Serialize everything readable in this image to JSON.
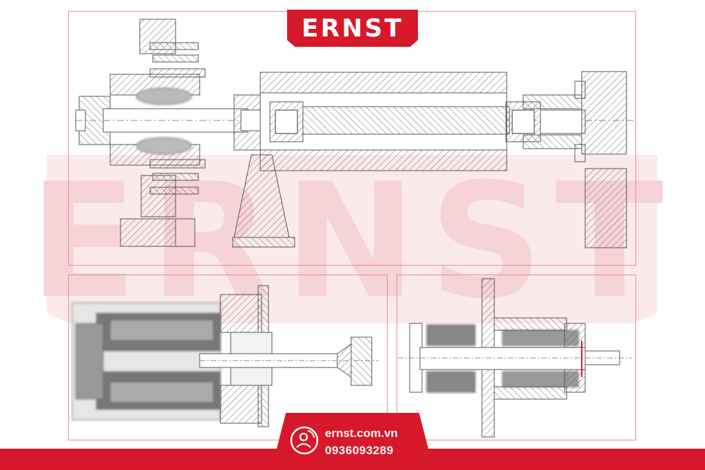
{
  "brand": {
    "logo_text": "ERNST",
    "watermark_text": "ERNST",
    "accent_color": "#d7182a",
    "line_color": "#555555",
    "frame_color": "#e88a92"
  },
  "panels": [
    {
      "name": "spindle-assembly-cross-section",
      "content": "belt-driven spindle cross-section drawing"
    },
    {
      "name": "motor-spindle-cross-section",
      "content": "motorized spindle cross-section drawing"
    },
    {
      "name": "compact-spindle-cross-section",
      "content": "compact spindle cross-section drawing"
    }
  ],
  "contact": {
    "website": "ernst.com.vn",
    "phone": "0936093289",
    "icon": "person-chat-icon"
  }
}
